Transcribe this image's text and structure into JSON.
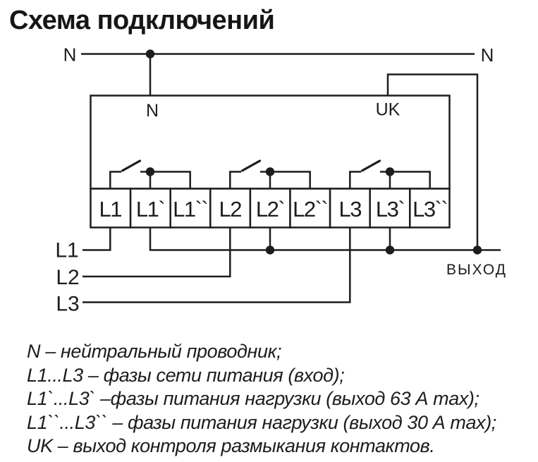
{
  "title": "Схема подключений",
  "diagram": {
    "neutral_left_label": "N",
    "neutral_right_label": "N",
    "device_neutral_label": "N",
    "device_uk_label": "UK",
    "terminals": [
      "L1",
      "L1`",
      "L1``",
      "L2",
      "L2`",
      "L2``",
      "L3",
      "L3`",
      "L3``"
    ],
    "input_labels": {
      "l1": "L1",
      "l2": "L2",
      "l3": "L3"
    },
    "output_label": "ВЫХОД",
    "line_color": "#1d1d1b"
  },
  "legend": {
    "lines": [
      "N – нейтральный проводник;",
      "L1...L3 – фазы сети питания (вход);",
      "L1`...L3` –фазы питания нагрузки (выход 63 А max);",
      "L1``...L3`` – фазы питания нагрузки (выход 30 А max);",
      "UK – выход контроля размыкания контактов."
    ]
  }
}
